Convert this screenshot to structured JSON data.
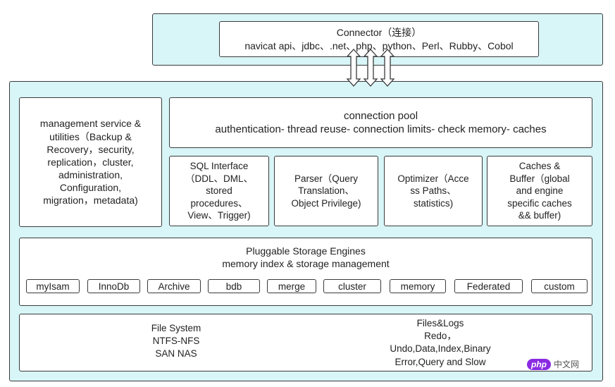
{
  "connector": {
    "title": "Connector（连接）",
    "clients": "navicat api、jdbc、.net、php、python、Perl、Rubby、Cobol"
  },
  "management": {
    "lines": [
      "management service &",
      "utilities（Backup &",
      "Recovery，security,",
      "replication，cluster,",
      "administration,",
      "Configuration,",
      "migration，metadata)"
    ]
  },
  "connection_pool": {
    "title": "connection pool",
    "subtitle": "authentication- thread reuse- connection limits- check memory- caches"
  },
  "sql_interface": {
    "lines": [
      "SQL Interface",
      "（DDL、DML、",
      "stored",
      "procedures、",
      "View、Trigger)"
    ]
  },
  "parser": {
    "lines": [
      "Parser（Query",
      "Translation、",
      "Object Privilege)"
    ]
  },
  "optimizer": {
    "lines": [
      "Optimizer（Acce",
      "ss  Paths、",
      "statistics)"
    ]
  },
  "caches": {
    "lines": [
      "Caches &",
      "Buffer（global",
      "and engine",
      "specific caches",
      "&& buffer)"
    ]
  },
  "storage": {
    "title": "Pluggable Storage Engines",
    "subtitle": "memory index & storage management",
    "engines": [
      "myIsam",
      "InnoDb",
      "Archive",
      "bdb",
      "merge",
      "cluster",
      "memory",
      "Federated",
      "custom"
    ]
  },
  "filesystem": {
    "lines": [
      "File System",
      "NTFS-NFS",
      "SAN NAS"
    ]
  },
  "files_logs": {
    "lines": [
      "Files&Logs",
      "Redo，",
      "Undo,Data,Index,Binary",
      "Error,Query and Slow"
    ]
  },
  "watermark": {
    "logo": "php",
    "text": "中文网"
  }
}
